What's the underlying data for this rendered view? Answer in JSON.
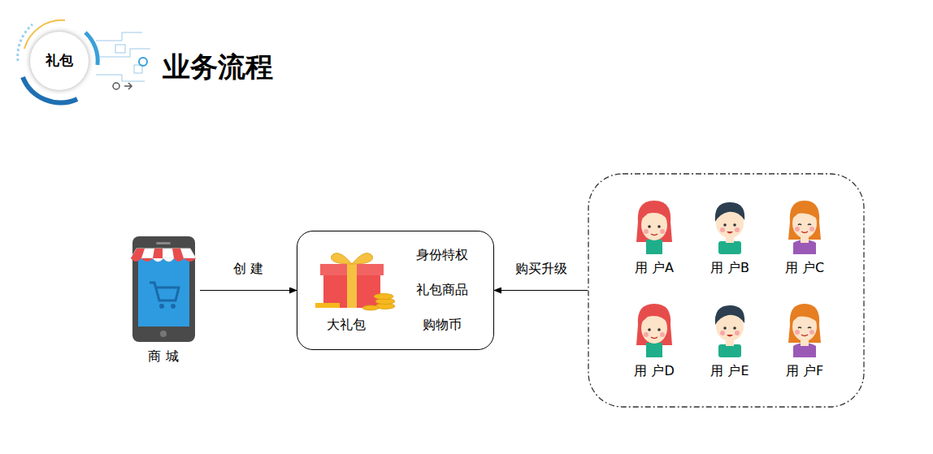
{
  "diagram": {
    "title": "业务流程",
    "nodes": [
      {
        "text": [
          "礼包"
        ]
      },
      {
        "text": [
          "商 城"
        ]
      },
      {
        "text": [
          "大礼包",
          "身份特权",
          "礼包商品",
          "购物币"
        ]
      },
      {
        "text": []
      },
      {
        "text": [
          "用 户A"
        ],
        "in": 3
      },
      {
        "text": [
          "用 户B"
        ],
        "in": 3
      },
      {
        "text": [
          "用 户C"
        ],
        "in": 3
      },
      {
        "text": [
          "用 户D"
        ],
        "in": 3
      },
      {
        "text": [
          "用 户E"
        ],
        "in": 3
      },
      {
        "text": [
          "用 户F"
        ],
        "in": 3
      }
    ],
    "edges": [
      {
        "from": 1,
        "to": 2,
        "label": "创 建",
        "arrow": "to"
      },
      {
        "from": 3,
        "to": 2,
        "label": "购买升级",
        "arrow": "to"
      }
    ]
  }
}
